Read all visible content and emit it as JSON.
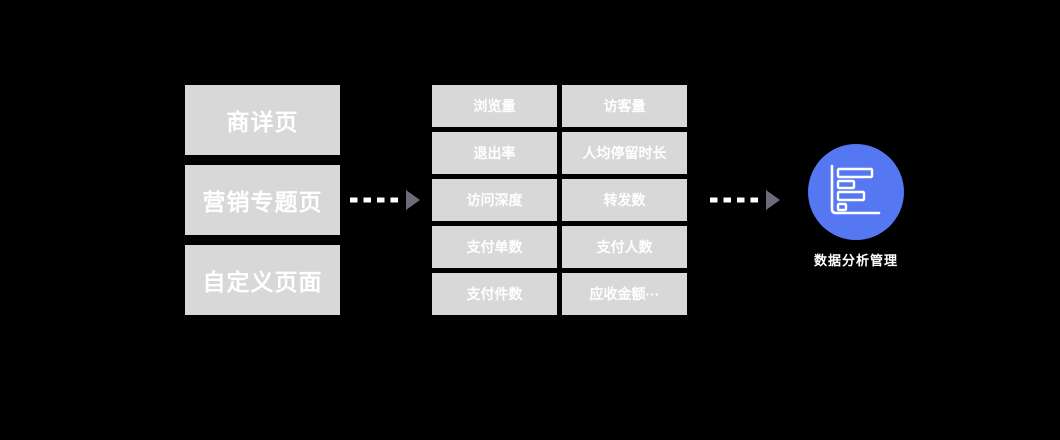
{
  "diagram": {
    "title_hint": "page traffic metrics flow diagram",
    "sources": [
      "商详页",
      "营销专题页",
      "自定义页面"
    ],
    "metrics": [
      "浏览量",
      "访客量",
      "退出率",
      "人均停留时长",
      "访问深度",
      "转发数",
      "支付单数",
      "支付人数",
      "支付件数",
      "应收金额···"
    ],
    "target": {
      "label": "数据分析管理",
      "icon": "horizontal-bar-chart-icon"
    },
    "colors": {
      "background": "#000000",
      "box_fill": "#d8d8d8",
      "box_text": "#ffffff",
      "arrow_dash": "#ffffff",
      "arrow_head": "#6b6b7a",
      "target_circle": "#5578f2",
      "target_icon_stroke": "#ffffff"
    }
  }
}
